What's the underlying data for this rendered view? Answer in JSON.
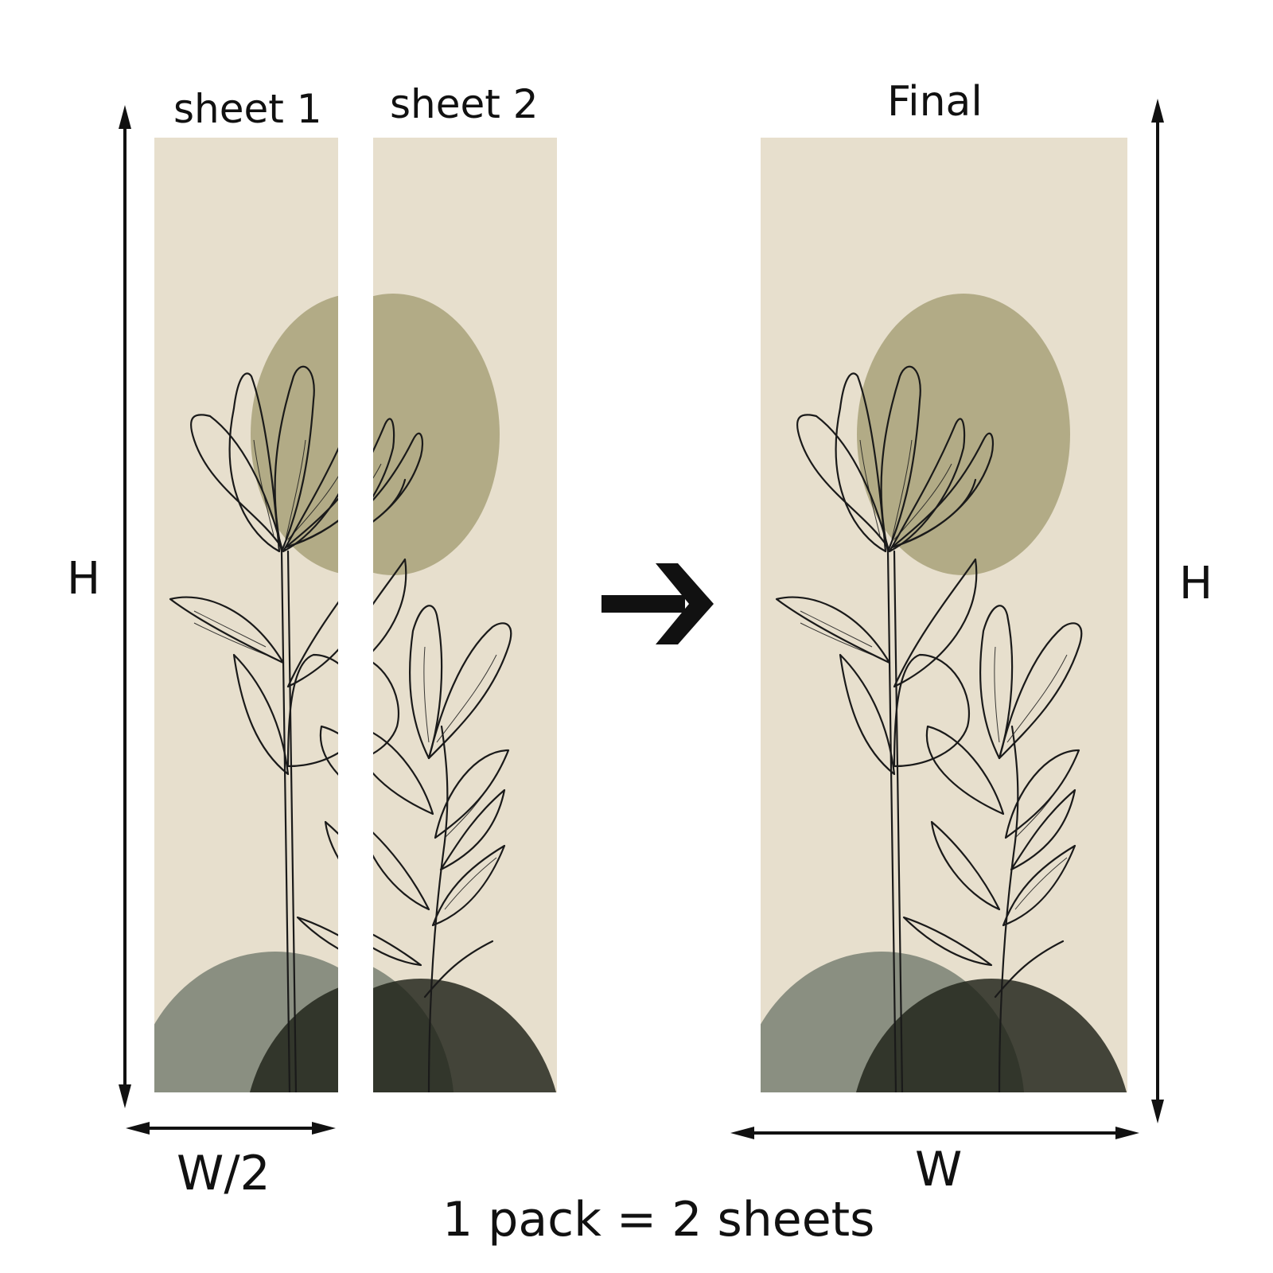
{
  "labels": {
    "sheet1": "sheet 1",
    "sheet2": "sheet 2",
    "final": "Final",
    "height_left": "H",
    "height_right": "H",
    "half_width": "W/2",
    "width": "W",
    "caption": "1 pack = 2 sheets"
  },
  "colors": {
    "background": "#ffffff",
    "panel": "#e7dfcd",
    "olive_circle": "#b2ab86",
    "grey_circle": "#858a7c",
    "dark_circle": "#1e2219",
    "line_art": "#1a1a1a",
    "arrow": "#111111"
  }
}
